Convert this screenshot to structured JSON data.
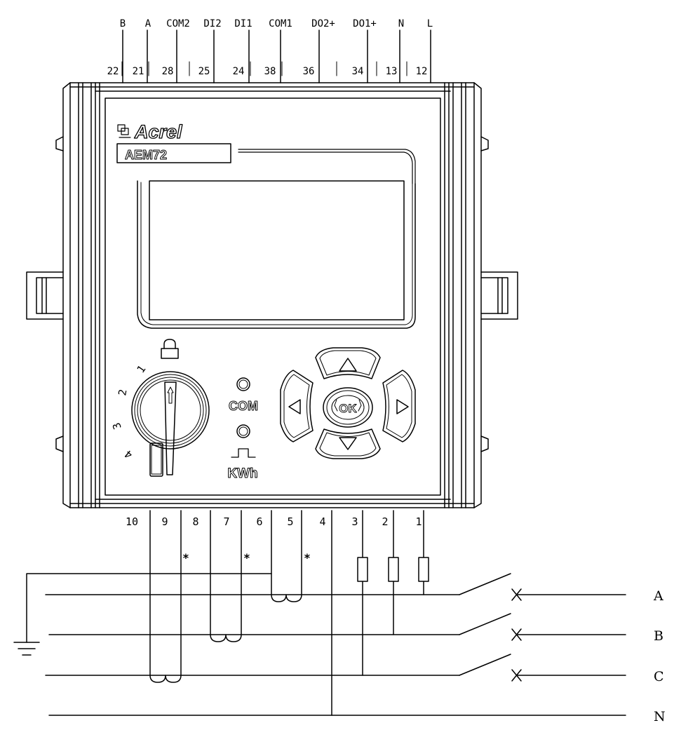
{
  "brand": {
    "name": "Acrel",
    "model": "AEM72"
  },
  "top_terminals": [
    {
      "signal": "B",
      "number": "22"
    },
    {
      "signal": "A",
      "number": "21"
    },
    {
      "signal": "COM2",
      "number": "28"
    },
    {
      "signal": "DI2",
      "number": "25"
    },
    {
      "signal": "DI1",
      "number": "24"
    },
    {
      "signal": "COM1",
      "number": "38"
    },
    {
      "signal": "DO2+",
      "number": "36"
    },
    {
      "signal": "DO1+",
      "number": "34"
    },
    {
      "signal": "N",
      "number": "13"
    },
    {
      "signal": "L",
      "number": "12"
    }
  ],
  "bottom_terminals": [
    "10",
    "9",
    "8",
    "7",
    "6",
    "5",
    "4",
    "3",
    "2",
    "1"
  ],
  "indicators": {
    "com": "COM",
    "kwh": "KWh"
  },
  "selector_positions": [
    "1",
    "2",
    "3",
    "4"
  ],
  "keypad": {
    "ok": "OK"
  },
  "phases": [
    "A",
    "B",
    "C",
    "N"
  ],
  "polarity_mark": "*"
}
